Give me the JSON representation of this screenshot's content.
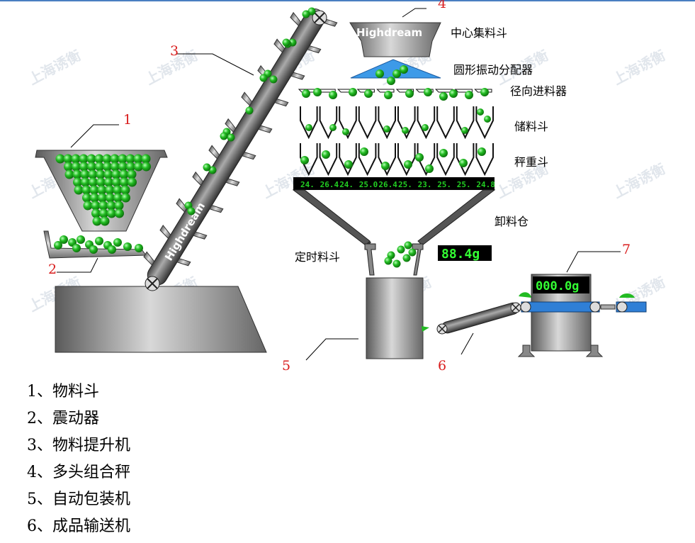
{
  "watermark": "上海诱衡",
  "brand": "Highdream",
  "numbers": {
    "n1": "1",
    "n2": "2",
    "n3": "3",
    "n4": "4",
    "n5": "5",
    "n6": "6",
    "n7": "7"
  },
  "labels": {
    "center_hopper": "中心集料斗",
    "vibration_distributor": "圆形振动分配器",
    "radial_feeder": "径向进料器",
    "storage_hopper": "储料斗",
    "weigh_hopper": "秤重斗",
    "discharge_chute": "卸料仓",
    "timing_hopper": "定时料斗"
  },
  "weights": [
    "24.",
    "26.4",
    "24.",
    "25.0",
    "26.4",
    "25.",
    "23.",
    "25.",
    "25.",
    "24.8"
  ],
  "display_main": "88.4g",
  "display_check": "000.0g",
  "legend": [
    "1、物料斗",
    "2、震动器",
    "3、物料提升机",
    "4、多头组合秤",
    "5、自动包装机",
    "6、成品输送机"
  ],
  "colors": {
    "ball": "#22bb22",
    "display_bg": "#000000",
    "display_text": "#33ff33",
    "label_red": "#d91e1e",
    "belt": "#2f7fd6"
  }
}
